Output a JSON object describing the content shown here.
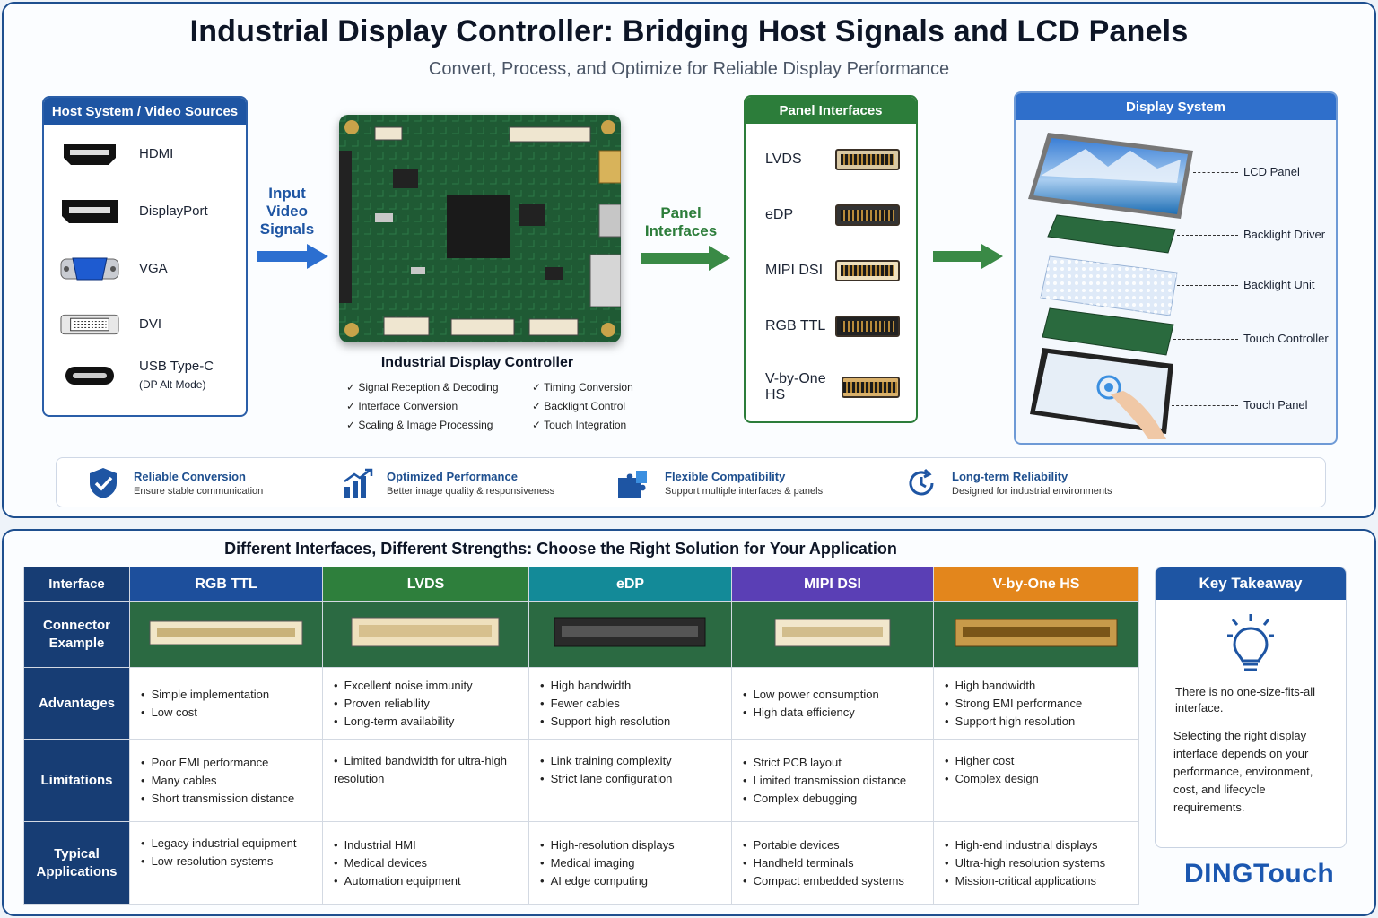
{
  "header": {
    "title": "Industrial Display Controller: Bridging Host Signals and LCD Panels",
    "subtitle": "Convert, Process, and Optimize for Reliable Display Performance"
  },
  "sources": {
    "title": "Host System / Video Sources",
    "items": [
      {
        "label": "HDMI",
        "icon": "hdmi-port-icon"
      },
      {
        "label": "DisplayPort",
        "icon": "displayport-icon"
      },
      {
        "label": "VGA",
        "icon": "vga-port-icon"
      },
      {
        "label": "DVI",
        "icon": "dvi-port-icon"
      },
      {
        "label": "USB Type-C",
        "sublabel": "(DP Alt Mode)",
        "icon": "usb-c-icon"
      }
    ]
  },
  "arrows": {
    "input": "Input Video Signals",
    "panel": "Panel Interfaces"
  },
  "controller": {
    "title": "Industrial Display Controller",
    "features": [
      "Signal Reception & Decoding",
      "Interface Conversion",
      "Scaling & Image Processing",
      "Timing Conversion",
      "Backlight Control",
      "Touch Integration"
    ]
  },
  "panel_interfaces": {
    "title": "Panel Interfaces",
    "items": [
      "LVDS",
      "eDP",
      "MIPI DSI",
      "RGB TTL",
      "V-by-One HS"
    ]
  },
  "display_system": {
    "title": "Display System",
    "layers": [
      "LCD Panel",
      "Backlight Driver",
      "Backlight Unit",
      "Touch Controller",
      "Touch Panel"
    ]
  },
  "benefits": [
    {
      "title": "Reliable Conversion",
      "sub": "Ensure stable communication",
      "icon": "shield-check-icon"
    },
    {
      "title": "Optimized Performance",
      "sub": "Better image quality & responsiveness",
      "icon": "bar-chart-up-icon"
    },
    {
      "title": "Flexible Compatibility",
      "sub": "Support multiple interfaces & panels",
      "icon": "puzzle-icon"
    },
    {
      "title": "Long-term Reliability",
      "sub": "Designed for industrial environments",
      "icon": "clock-refresh-icon"
    }
  ],
  "comparison": {
    "title": "Different Interfaces, Different Strengths: Choose the Right Solution for Your Application",
    "row_headers": [
      "Interface",
      "Connector Example",
      "Advantages",
      "Limitations",
      "Typical Applications"
    ],
    "columns": [
      {
        "name": "RGB TTL",
        "color": "#1d4f9c",
        "advantages": [
          "Simple implementation",
          "Low cost"
        ],
        "limitations": [
          "Poor EMI performance",
          "Many cables",
          "Short transmission distance"
        ],
        "applications": [
          "Legacy industrial equipment",
          "Low-resolution systems"
        ]
      },
      {
        "name": "LVDS",
        "color": "#2e7f3c",
        "advantages": [
          "Excellent noise immunity",
          "Proven reliability",
          "Long-term availability"
        ],
        "limitations": [
          "Limited bandwidth for ultra-high resolution"
        ],
        "applications": [
          "Industrial HMI",
          "Medical devices",
          "Automation equipment"
        ]
      },
      {
        "name": "eDP",
        "color": "#138a98",
        "advantages": [
          "High bandwidth",
          "Fewer cables",
          "Support high resolution"
        ],
        "limitations": [
          "Link training complexity",
          "Strict lane configuration"
        ],
        "applications": [
          "High-resolution displays",
          "Medical imaging",
          "AI edge computing"
        ]
      },
      {
        "name": "MIPI DSI",
        "color": "#5a3fb5",
        "advantages": [
          "Low power consumption",
          "High data efficiency"
        ],
        "limitations": [
          "Strict PCB layout",
          "Limited transmission distance",
          "Complex debugging"
        ],
        "applications": [
          "Portable devices",
          "Handheld terminals",
          "Compact embedded systems"
        ]
      },
      {
        "name": "V-by-One HS",
        "color": "#e3861c",
        "advantages": [
          "High bandwidth",
          "Strong EMI performance",
          "Support high resolution"
        ],
        "limitations": [
          "Higher cost",
          "Complex design"
        ],
        "applications": [
          "High-end industrial displays",
          "Ultra-high resolution systems",
          "Mission-critical applications"
        ]
      }
    ]
  },
  "takeaway": {
    "title": "Key Takeaway",
    "p1": "There is no one-size-fits-all interface.",
    "p2": "Selecting the right display interface depends on your performance, environment, cost, and lifecycle requirements."
  },
  "logo": "DINGTouch"
}
